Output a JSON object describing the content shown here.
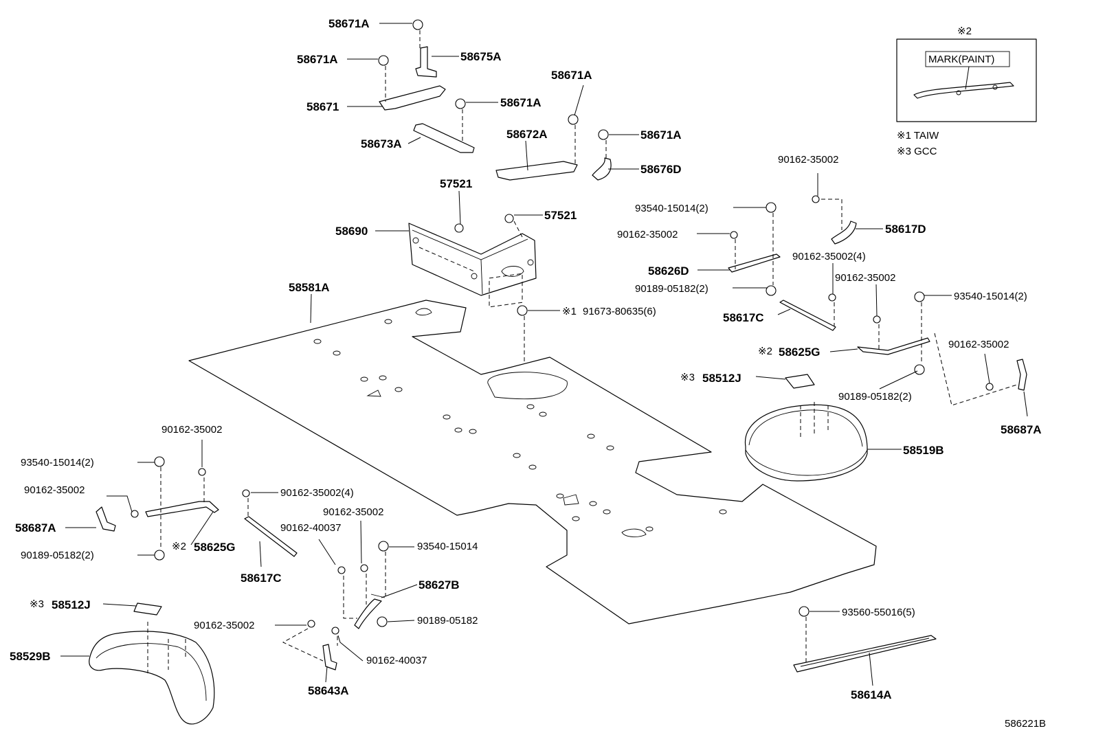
{
  "labels": {
    "l58671A_1": "58671A",
    "l58671A_2": "58671A",
    "l58675A": "58675A",
    "l58671": "58671",
    "l58671A_3": "58671A",
    "l58673A": "58673A",
    "l58672A": "58672A",
    "l58671A_4": "58671A",
    "l58671A_5": "58671A",
    "l58676D": "58676D",
    "l57521_1": "57521",
    "l57521_2": "57521",
    "l58690": "58690",
    "l58581A": "58581A",
    "l91673": "91673-80635(6)",
    "l90162_a": "90162-35002",
    "l58617D": "58617D",
    "l93540_a": "93540-15014(2)",
    "l90162_b": "90162-35002",
    "l58626D": "58626D",
    "l90162_c": "90162-35002(4)",
    "l90189_a": "90189-05182(2)",
    "l90162_d": "90162-35002",
    "l93540_b": "93540-15014(2)",
    "l58617C_1": "58617C",
    "l58625G_1": "58625G",
    "l90162_e": "90162-35002",
    "l58512J_1": "58512J",
    "l90189_b": "90189-05182(2)",
    "l58687A_1": "58687A",
    "l58519B": "58519B",
    "l90162_f": "90162-35002",
    "l93540_c": "93540-15014(2)",
    "l90162_g": "90162-35002",
    "l90162_h": "90162-35002(4)",
    "l58687A_2": "58687A",
    "l90162_i": "90162-35002",
    "l90162_j": "90162-40037",
    "l93540_d": "93540-15014",
    "l90189_c": "90189-05182(2)",
    "l58625G_2": "58625G",
    "l58617C_2": "58617C",
    "l58627B": "58627B",
    "l58512J_2": "58512J",
    "l90189_d": "90189-05182",
    "l90162_k": "90162-35002",
    "l90162_l": "90162-40037",
    "l58529B": "58529B",
    "l58643A": "58643A",
    "l93560": "93560-55016(5)",
    "l58614A": "58614A"
  },
  "notes": {
    "ref1": "※1",
    "ref2_a": "※2",
    "ref2_b": "※2",
    "ref2_c": "※2",
    "ref3_a": "※3",
    "ref3_b": "※3"
  },
  "inset": {
    "title": "※2",
    "mark_label": "MARK(PAINT)",
    "legend_1": "※1 TAIW",
    "legend_3": "※3 GCC"
  },
  "diagram_code": "586221B"
}
